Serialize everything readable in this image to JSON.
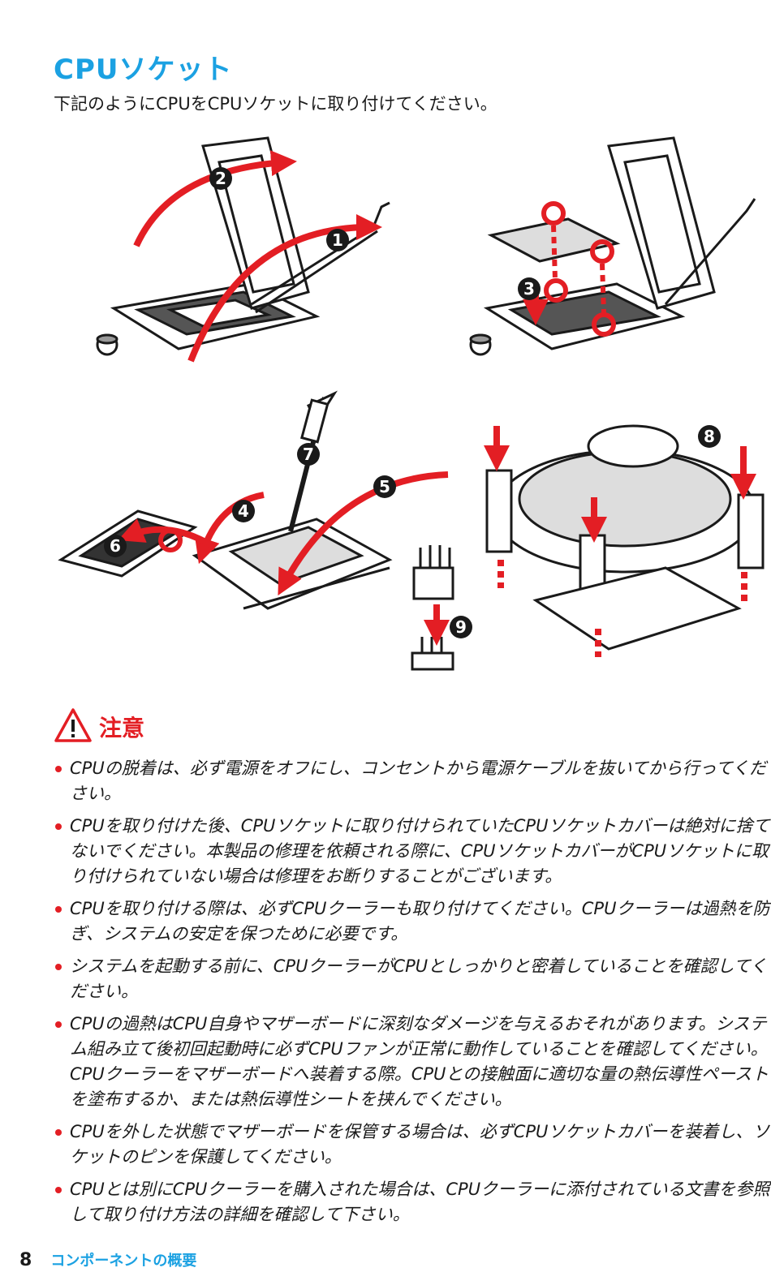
{
  "header": {
    "title": "CPUソケット",
    "intro": "下記のようにCPUをCPUソケットに取り付けてください。"
  },
  "figure": {
    "step_labels": [
      "1",
      "2",
      "3",
      "4",
      "5",
      "6",
      "7",
      "8",
      "9"
    ],
    "accent_color": "#e31e24",
    "line_color": "#1a1a1a"
  },
  "caution": {
    "icon": "warning-triangle-icon",
    "label": "注意",
    "items": [
      "CPUの脱着は、必ず電源をオフにし、コンセントから電源ケーブルを抜いてから行ってください。",
      "CPUを取り付けた後、CPUソケットに取り付けられていたCPUソケットカバーは絶対に捨てないでください。本製品の修理を依頼される際に、CPUソケットカバーがCPUソケットに取り付けられていない場合は修理をお断りすることがございます。",
      "CPUを取り付ける際は、必ずCPUクーラーも取り付けてください。CPUクーラーは過熱を防ぎ、システムの安定を保つために必要です。",
      "システムを起動する前に、CPUクーラーがCPUとしっかりと密着していることを確認してください。",
      "CPUの過熱はCPU自身やマザーボードに深刻なダメージを与えるおそれがあります。システム組み立て後初回起動時に必ずCPUファンが正常に動作していることを確認してください。CPUクーラーをマザーボードへ装着する際。CPUとの接触面に適切な量の熱伝導性ペーストを塗布するか、または熱伝導性シートを挟んでください。",
      "CPUを外した状態でマザーボードを保管する場合は、必ずCPUソケットカバーを装着し、ソケットのピンを保護してください。",
      "CPUとは別にCPUクーラーを購入された場合は、CPUクーラーに添付されている文書を参照して取り付け方法の詳細を確認して下さい。"
    ]
  },
  "footer": {
    "page_number": "8",
    "section": "コンポーネントの概要"
  }
}
